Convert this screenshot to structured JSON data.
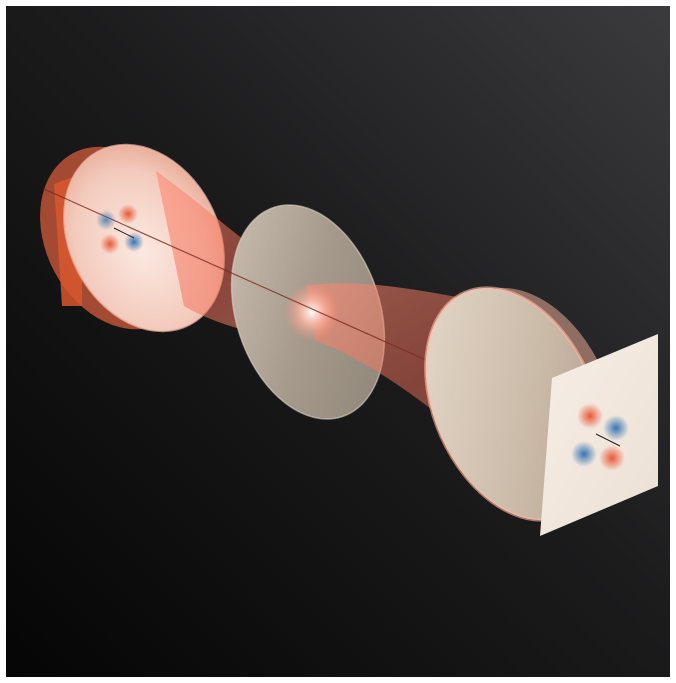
{
  "scene": {
    "colors": {
      "background_dark": "#060606",
      "background_light": "#3a3a3c",
      "beam": "#f27a62",
      "beam_core": "#ffd8cc",
      "lens_cream": "#d9cbbb",
      "mode_red": "#e8512e",
      "mode_blue": "#2f6fb0",
      "frame": "#ffffff"
    },
    "icons": [
      "laser-beam",
      "lens",
      "mode-pattern-screen"
    ]
  }
}
